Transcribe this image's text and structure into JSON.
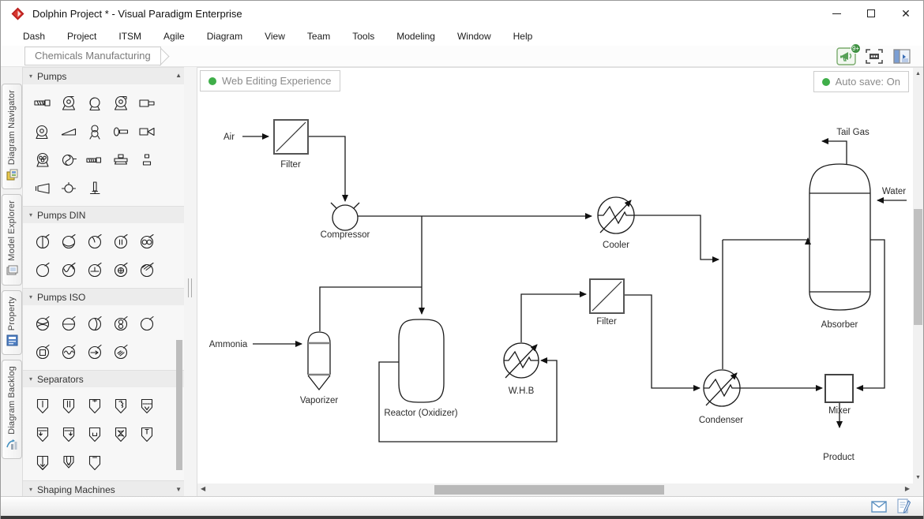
{
  "window": {
    "title": "Dolphin Project * - Visual Paradigm Enterprise"
  },
  "menu_items": [
    "Dash",
    "Project",
    "ITSM",
    "Agile",
    "Diagram",
    "View",
    "Team",
    "Tools",
    "Modeling",
    "Window",
    "Help"
  ],
  "breadcrumb": "Chemicals Manufacturing",
  "toolbar": {
    "notification_count": "9+",
    "icons": [
      "announcements-megaphone-icon",
      "fit-to-window-icon",
      "panel-layout-icon"
    ]
  },
  "canvas_badges": {
    "web_editing": "Web Editing Experience",
    "auto_save": "Auto save: On"
  },
  "sidebar_tabs": [
    {
      "label": "Diagram Navigator",
      "icon": "diagram-navigator-icon"
    },
    {
      "label": "Model Explorer",
      "icon": "model-explorer-icon"
    },
    {
      "label": "Property",
      "icon": "property-icon"
    },
    {
      "label": "Diagram Backlog",
      "icon": "diagram-backlog-icon"
    }
  ],
  "palette": {
    "sections": [
      {
        "title": "Pumps",
        "icons": [
          "screw-pump",
          "centrifugal-pump",
          "rotary-pump",
          "centrifugal-blower",
          "piston-pump",
          "volute-pump",
          "slurry-pump",
          "gear-pump",
          "inline-pump",
          "ejector",
          "triple-lobe-pump",
          "liquid-ring-pump",
          "screw-compressor",
          "tank-pump",
          "dosing-pump",
          "horn-blower",
          "axial-pump",
          "vertical-pump"
        ]
      },
      {
        "title": "Pumps DIN",
        "icons": [
          "pump-din-basic",
          "vacuum-pump-din",
          "centrifugal-pump-din",
          "piston-pump-din",
          "gear-pump-din",
          "pump-din-plain",
          "diaphragm-pump-din",
          "reciprocating-pump-din",
          "rotary-pump-din",
          "screw-pump-din"
        ]
      },
      {
        "title": "Pumps ISO",
        "icons": [
          "double-acting-pump-iso",
          "centrifugal-pump-iso",
          "rotary-pump-iso",
          "gear-pump-iso",
          "pump-iso-plain",
          "piston-pump-iso",
          "diaphragm-pump-iso",
          "ejector-iso",
          "screw-pump-iso"
        ]
      },
      {
        "title": "Separators",
        "icons": [
          "separator-basic",
          "separator-double",
          "separator-vent",
          "separator-coil",
          "separator-liquid",
          "separator-spray-left",
          "separator-spray-right",
          "separator-cup",
          "separator-cyclone",
          "separator-filter",
          "separator-drain",
          "separator-trident",
          "separator-plain"
        ]
      },
      {
        "title": "Shaping Machines",
        "icons": []
      }
    ]
  },
  "diagram": {
    "nodes": {
      "air": "Air",
      "filter_1": "Filter",
      "compressor": "Compressor",
      "cooler": "Cooler",
      "ammonia": "Ammonia",
      "vaporizer": "Vaporizer",
      "reactor": "Reactor (Oxidizer)",
      "whb": "W.H.B",
      "filter_2": "Filter",
      "condenser": "Condenser",
      "absorber": "Absorber",
      "mixer": "Mixer",
      "tail_gas": "Tail Gas",
      "water": "Water",
      "product": "Product"
    }
  },
  "status_bar": {
    "icons": [
      "message-icon",
      "edit-log-icon"
    ]
  },
  "colors": {
    "logo_red": "#b71c1c",
    "accent_green": "#43a047",
    "status_dot_green": "#3fae49",
    "icon_blue": "#6a93cc",
    "diagram_stroke": "#1a1a1a",
    "scrollbar_thumb": "#bdbdbd"
  }
}
